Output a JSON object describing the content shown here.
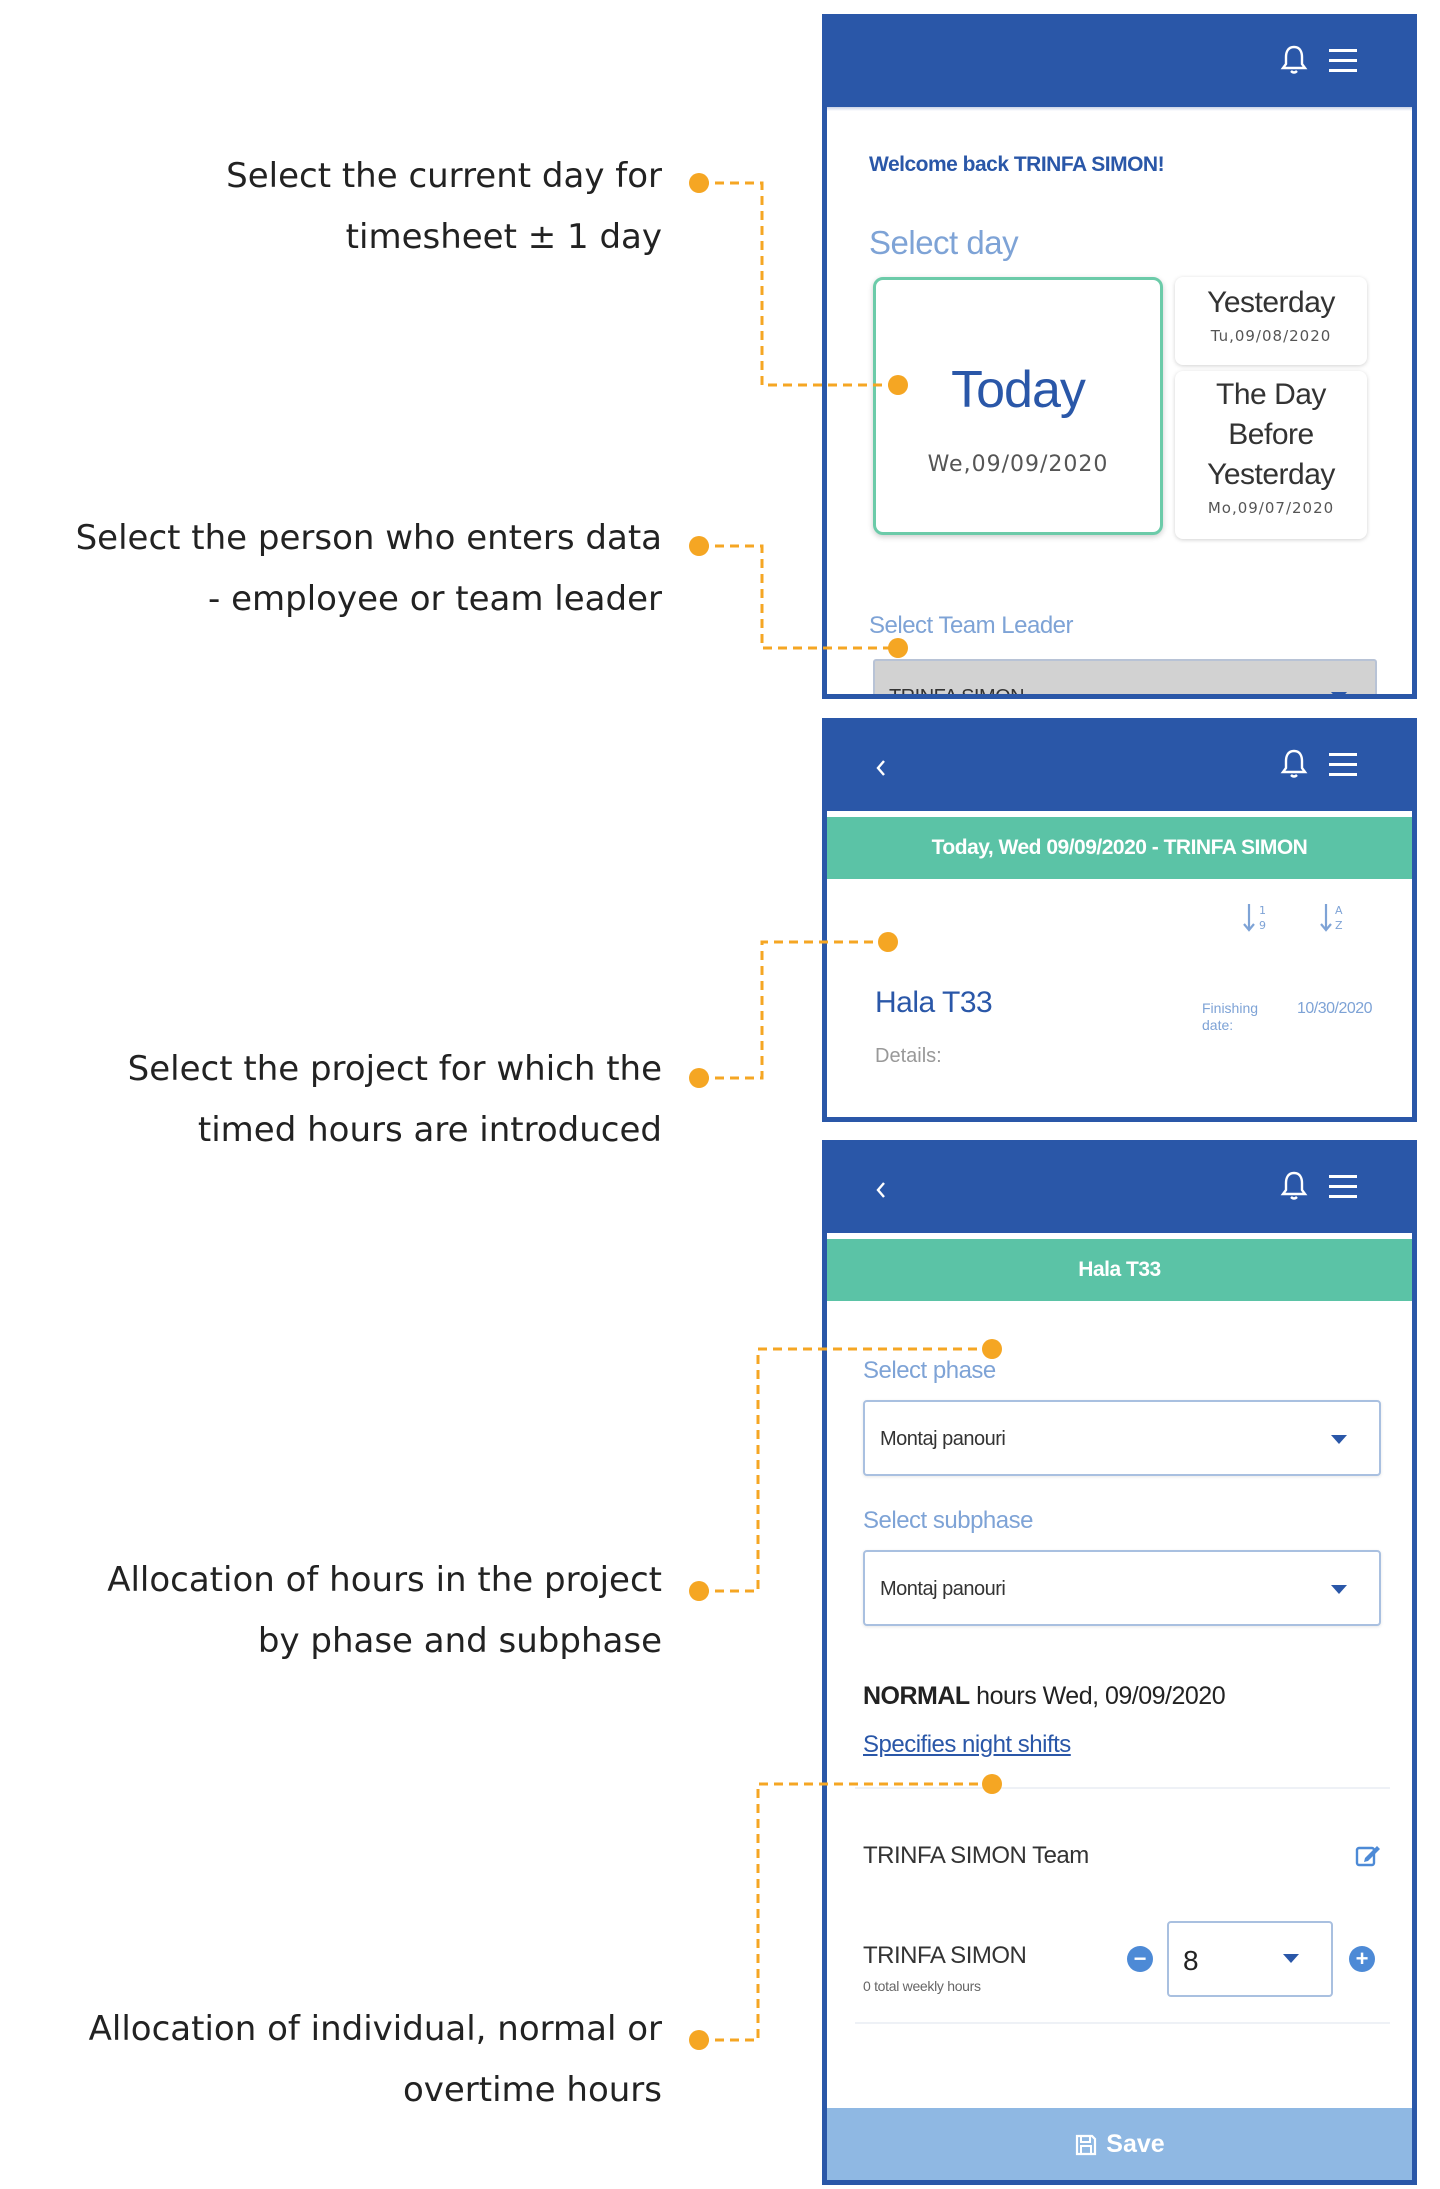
{
  "annotations": [
    {
      "line1": "Select the current day for",
      "line2": "timesheet ± 1 day"
    },
    {
      "line1": "Select the person who enters data",
      "line2": "- employee or team leader"
    },
    {
      "line1": "Select the project for which the",
      "line2": "timed hours are introduced"
    },
    {
      "line1": "Allocation of hours in the project",
      "line2": "by phase and subphase"
    },
    {
      "line1": "Allocation of individual, normal or",
      "line2": "overtime hours"
    }
  ],
  "screen1": {
    "welcome": "Welcome back TRINFA SIMON!",
    "select_day_label": "Select day",
    "today": {
      "label": "Today",
      "date": "We,09/09/2020"
    },
    "yesterday": {
      "label": "Yesterday",
      "date": "Tu,09/08/2020"
    },
    "day_before": {
      "line1": "The Day",
      "line2": "Before",
      "line3": "Yesterday",
      "date": "Mo,09/07/2020"
    },
    "team_leader_label": "Select Team Leader",
    "team_leader_value": "TRINFA SIMON"
  },
  "screen2": {
    "banner": "Today, Wed 09/09/2020 - TRINFA SIMON",
    "project_name": "Hala T33",
    "details_label": "Details:",
    "finishing_label_1": "Finishing",
    "finishing_label_2": "date:",
    "finishing_date": "10/30/2020"
  },
  "screen3": {
    "banner": "Hala T33",
    "phase_label": "Select phase",
    "phase_value": "Montaj panouri",
    "subphase_label": "Select subphase",
    "subphase_value": "Montaj panouri",
    "normal_bold": "NORMAL",
    "normal_rest": " hours Wed, 09/09/2020",
    "night_shifts_link": "Specifies night shifts",
    "team_name": "TRINFA SIMON Team",
    "person_name": "TRINFA SIMON",
    "weekly_hours": "0 total weekly hours",
    "hours_value": "8",
    "save_label": "Save"
  },
  "colors": {
    "primary": "#2a57a8",
    "accent_green": "#5bc3a6",
    "annotation_orange": "#f5a623",
    "save_bar": "#8fb8e3"
  },
  "icons": [
    "bell-icon",
    "hamburger-menu-icon",
    "back-chevron-icon",
    "sort-numeric-icon",
    "sort-alpha-icon",
    "edit-icon",
    "minus-circle-icon",
    "plus-circle-icon",
    "save-disk-icon",
    "dropdown-caret-icon"
  ]
}
